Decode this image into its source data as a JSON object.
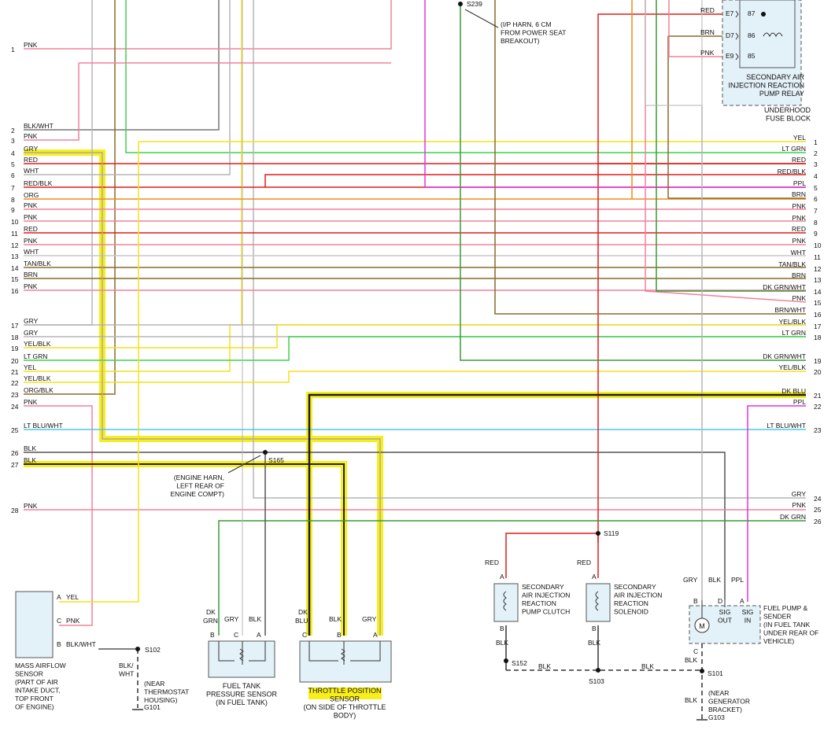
{
  "left_pins": [
    {
      "num": "1",
      "label": "PNK"
    },
    {
      "num": "2",
      "label": "BLK/WHT"
    },
    {
      "num": "3",
      "label": "PNK"
    },
    {
      "num": "4",
      "label": "GRY"
    },
    {
      "num": "5",
      "label": "RED"
    },
    {
      "num": "6",
      "label": "WHT"
    },
    {
      "num": "7",
      "label": "RED/BLK"
    },
    {
      "num": "8",
      "label": "ORG"
    },
    {
      "num": "9",
      "label": "PNK"
    },
    {
      "num": "10",
      "label": "PNK"
    },
    {
      "num": "11",
      "label": "RED"
    },
    {
      "num": "12",
      "label": "PNK"
    },
    {
      "num": "13",
      "label": "WHT"
    },
    {
      "num": "14",
      "label": "TAN/BLK"
    },
    {
      "num": "15",
      "label": "BRN"
    },
    {
      "num": "16",
      "label": "PNK"
    },
    {
      "num": "17",
      "label": "GRY"
    },
    {
      "num": "18",
      "label": "GRY"
    },
    {
      "num": "19",
      "label": "YEL/BLK"
    },
    {
      "num": "20",
      "label": "LT GRN"
    },
    {
      "num": "21",
      "label": "YEL"
    },
    {
      "num": "22",
      "label": "YEL/BLK"
    },
    {
      "num": "23",
      "label": "ORG/BLK"
    },
    {
      "num": "24",
      "label": "PNK"
    },
    {
      "num": "25",
      "label": "LT BLU/WHT"
    },
    {
      "num": "26",
      "label": "BLK"
    },
    {
      "num": "27",
      "label": "BLK"
    },
    {
      "num": "28",
      "label": "PNK"
    }
  ],
  "right_pins": [
    {
      "num": "1",
      "label": "YEL"
    },
    {
      "num": "2",
      "label": "LT GRN"
    },
    {
      "num": "3",
      "label": "RED"
    },
    {
      "num": "4",
      "label": "RED/BLK"
    },
    {
      "num": "5",
      "label": "PPL"
    },
    {
      "num": "6",
      "label": "BRN"
    },
    {
      "num": "7",
      "label": "PNK"
    },
    {
      "num": "8",
      "label": "PNK"
    },
    {
      "num": "9",
      "label": "RED"
    },
    {
      "num": "10",
      "label": "PNK"
    },
    {
      "num": "11",
      "label": "WHT"
    },
    {
      "num": "12",
      "label": "TAN/BLK"
    },
    {
      "num": "13",
      "label": "BRN"
    },
    {
      "num": "14",
      "label": "DK GRN/WHT"
    },
    {
      "num": "15",
      "label": "PNK"
    },
    {
      "num": "16",
      "label": "BRN/WHT"
    },
    {
      "num": "17",
      "label": "YEL/BLK"
    },
    {
      "num": "18",
      "label": "LT GRN"
    },
    {
      "num": "19",
      "label": "DK GRN/WHT"
    },
    {
      "num": "20",
      "label": "YEL/BLK"
    },
    {
      "num": "21",
      "label": "DK BLU"
    },
    {
      "num": "22",
      "label": "PPL"
    },
    {
      "num": "23",
      "label": "LT BLU/WHT"
    },
    {
      "num": "24",
      "label": "GRY"
    },
    {
      "num": "25",
      "label": "PNK"
    },
    {
      "num": "26",
      "label": "DK GRN"
    }
  ],
  "relay": {
    "pins": [
      {
        "wire": "RED",
        "cavity": "E7",
        "term": "87"
      },
      {
        "wire": "BRN",
        "cavity": "D7",
        "term": "86"
      },
      {
        "wire": "PNK",
        "cavity": "E9",
        "term": "85"
      }
    ],
    "name": [
      "SECONDARY AIR",
      "INJECTION REACTION",
      "PUMP RELAY"
    ],
    "block": [
      "UNDERHOOD",
      "FUSE BLOCK"
    ]
  },
  "s239": {
    "label": "S239",
    "note": [
      "(I/P HARN, 6 CM",
      "FROM POWER SEAT",
      "BREAKOUT)"
    ]
  },
  "s165": {
    "label": "S165",
    "note": [
      "(ENGINE HARN,",
      "LEFT REAR OF",
      "ENGINE COMPT)"
    ]
  },
  "s119": {
    "label": "S119"
  },
  "maf": {
    "pins": [
      {
        "pin": "A",
        "wire": "YEL"
      },
      {
        "pin": "C",
        "wire": "PNK"
      },
      {
        "pin": "B",
        "wire": "BLK/WHT"
      }
    ],
    "name": [
      "MASS AIRFLOW",
      "SENSOR",
      "(PART OF AIR",
      "INTAKE DUCT,",
      "TOP FRONT",
      "OF ENGINE)"
    ]
  },
  "s102": {
    "label": "S102",
    "wire": [
      "BLK/",
      "WHT"
    ],
    "note": [
      "(NEAR",
      "THERMOSTAT",
      "HOUSING)"
    ]
  },
  "g101": {
    "label": "G101"
  },
  "ftps": {
    "wires": [
      "DK",
      "GRN",
      "GRY",
      "BLK"
    ],
    "pins": [
      "B",
      "C",
      "A"
    ],
    "name": [
      "FUEL TANK",
      "PRESSURE SENSOR",
      "(IN FUEL TANK)"
    ]
  },
  "tps": {
    "wires": [
      "DK",
      "BLU",
      "BLK",
      "GRY"
    ],
    "pins": [
      "C",
      "B",
      "A"
    ],
    "name": [
      "THROTTLE POSITION",
      "SENSOR",
      "(ON SIDE OF THROTTLE",
      "BODY)"
    ]
  },
  "clutch": {
    "wire_top": "RED",
    "wire_bot": "BLK",
    "pins": [
      "A",
      "B"
    ],
    "name": [
      "SECONDARY",
      "AIR INJECTION",
      "REACTION",
      "PUMP CLUTCH"
    ]
  },
  "solenoid": {
    "wire_top": "RED",
    "wire_bot": "BLK",
    "pins": [
      "A",
      "B"
    ],
    "name": [
      "SECONDARY",
      "AIR INJECTION",
      "REACTION",
      "SOLENOID"
    ]
  },
  "s152": {
    "label": "S152",
    "wire": "BLK"
  },
  "s103": {
    "label": "S103",
    "wire": "BLK"
  },
  "fuel_pump": {
    "wires": [
      "GRY",
      "BLK",
      "PPL",
      "BLK"
    ],
    "pins": [
      "B",
      "D",
      "A",
      "C"
    ],
    "sig_out": [
      "SIG",
      "OUT"
    ],
    "sig_in": [
      "SIG",
      "IN"
    ],
    "motor": "M",
    "name": [
      "FUEL PUMP &",
      "SENDER",
      "(IN FUEL TANK",
      "UNDER REAR OF",
      "VEHICLE)"
    ]
  },
  "s101": {
    "label": "S101",
    "wire": "BLK",
    "note": [
      "(NEAR",
      "GENERATOR",
      "BRACKET)"
    ]
  },
  "g103": {
    "label": "G103"
  },
  "colors": {
    "highlight": "#f8ee1a",
    "pnk": "#f2809c",
    "red": "#e31b1b",
    "grn": "#3dd44a",
    "yel": "#f3e21c",
    "gry": "#b5b5b5",
    "brn": "#8a6a2a",
    "org": "#f08a1a",
    "ppl": "#e033e0",
    "dkgrn": "#3a9a3a",
    "ltblu": "#4ec8e8",
    "blk": "#333333"
  }
}
